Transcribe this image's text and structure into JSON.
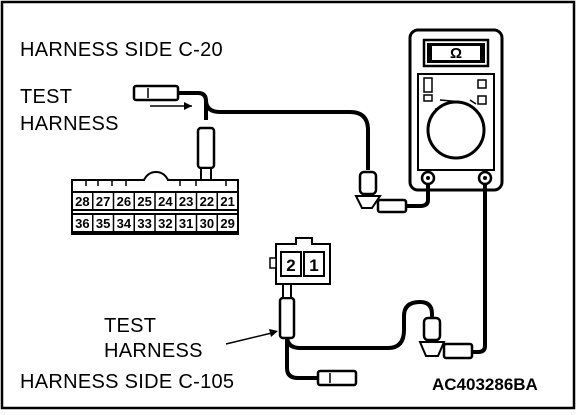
{
  "labels": {
    "harness_side_top": "HARNESS SIDE C-20",
    "test_top_line1": "TEST",
    "test_top_line2": "HARNESS",
    "test_bottom_line1": "TEST",
    "test_bottom_line2": "HARNESS",
    "harness_side_bottom": "HARNESS SIDE C-105",
    "figure_code": "AC403286BA"
  },
  "meter": {
    "symbol": "Ω",
    "icon": "ohmmeter-icon"
  },
  "connector_c20": {
    "top_row": [
      "28",
      "27",
      "26",
      "25",
      "24",
      "23",
      "22",
      "21"
    ],
    "bottom_row": [
      "36",
      "35",
      "34",
      "33",
      "32",
      "31",
      "30",
      "29"
    ]
  },
  "connector_c105": {
    "pins": [
      "2",
      "1"
    ]
  },
  "colors": {
    "line": "#000000",
    "background": "#ffffff"
  }
}
